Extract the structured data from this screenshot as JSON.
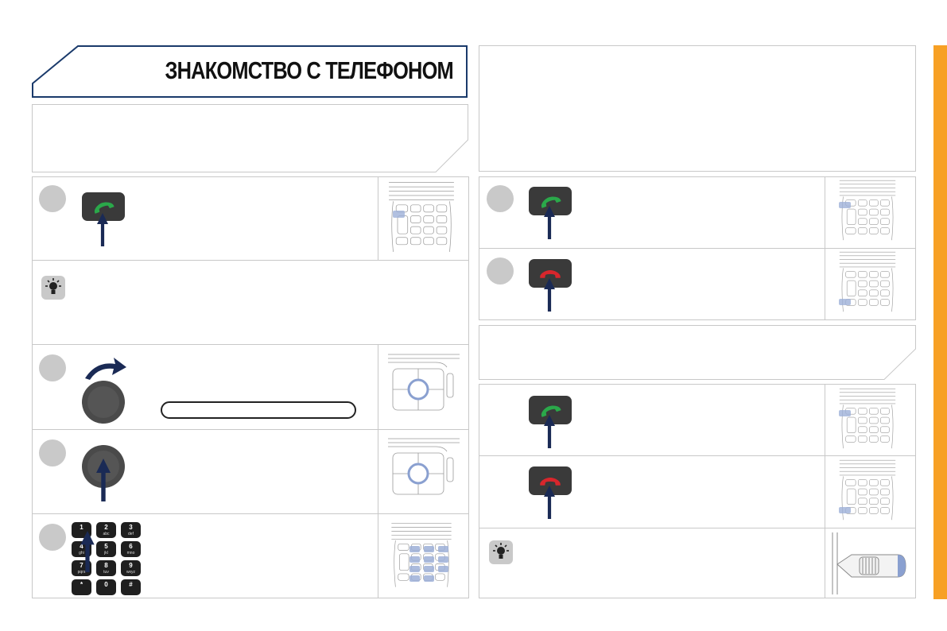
{
  "page": {
    "title": "ЗНАКОМСТВО С ТЕЛЕФОНОМ"
  },
  "keypad": [
    {
      "d": "1",
      "s": ""
    },
    {
      "d": "2",
      "s": "abc"
    },
    {
      "d": "3",
      "s": "def"
    },
    {
      "d": "4",
      "s": "ghi"
    },
    {
      "d": "5",
      "s": "jkl"
    },
    {
      "d": "6",
      "s": "mno"
    },
    {
      "d": "7",
      "s": "pqrs"
    },
    {
      "d": "8",
      "s": "tuv"
    },
    {
      "d": "9",
      "s": "wxyz"
    },
    {
      "d": "*",
      "s": ""
    },
    {
      "d": "0",
      "s": ""
    },
    {
      "d": "#",
      "s": ""
    }
  ],
  "icons": {
    "call_button": "green-handset-icon",
    "hangup_button": "red-handset-icon",
    "rotary_knob": "rotary-knob-icon",
    "tip": "lightbulb-icon",
    "steering_stalk": "steering-stalk-icon"
  },
  "colors": {
    "accent_bar": "#f7a024",
    "title_border": "#1a3a6b",
    "arrow": "#1a2a55",
    "accept": "#2aa84a",
    "reject": "#d8262c",
    "highlight_key": "#9db0d8"
  }
}
